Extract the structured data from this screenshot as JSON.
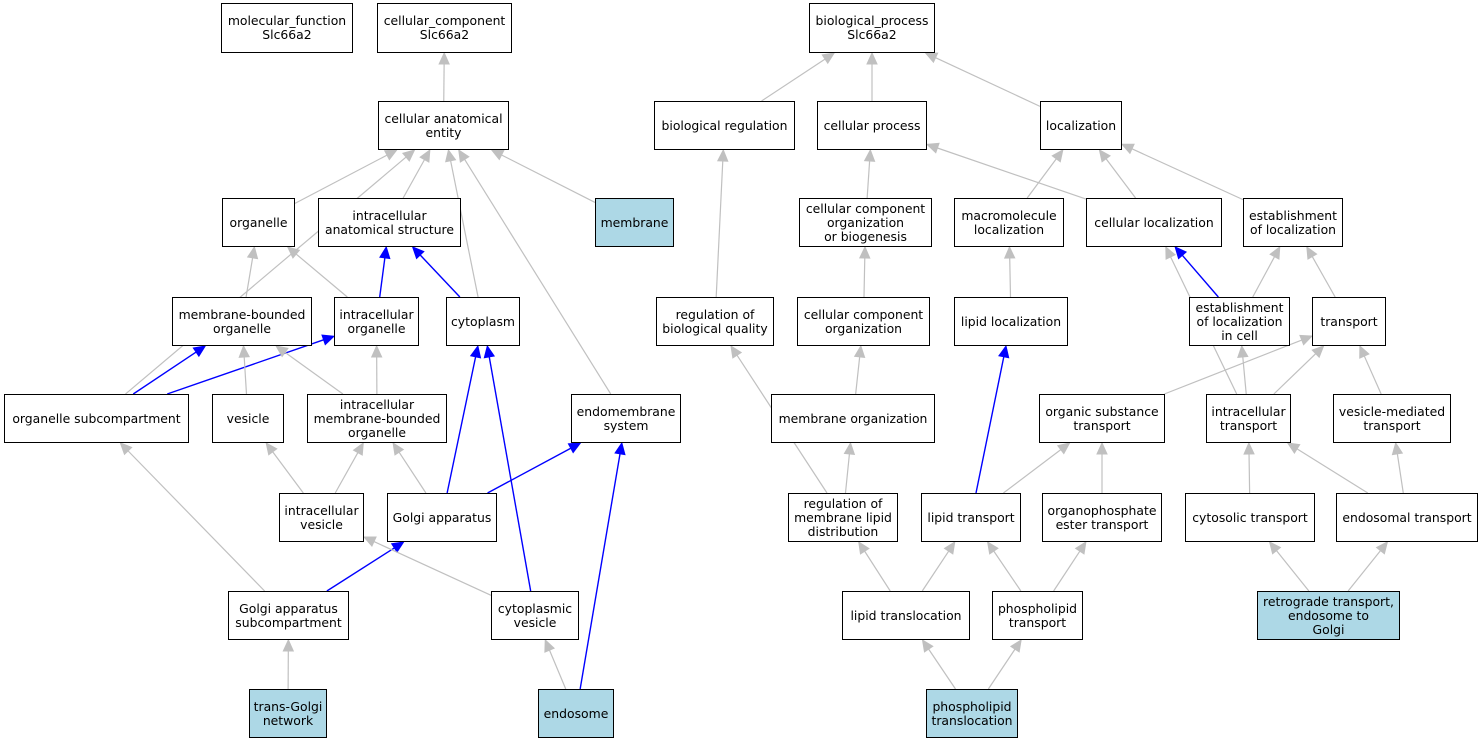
{
  "colors": {
    "edge_gray": "#c0c0c0",
    "edge_blue": "#0000ff",
    "highlight": "#add8e6",
    "border": "#000000"
  },
  "nodes": {
    "mf": {
      "label": "molecular_function\nSlc66a2",
      "highlight": false
    },
    "cc": {
      "label": "cellular_component\nSlc66a2",
      "highlight": false
    },
    "bp": {
      "label": "biological_process\nSlc66a2",
      "highlight": false
    },
    "cae": {
      "label": "cellular anatomical\nentity",
      "highlight": false
    },
    "org": {
      "label": "organelle",
      "highlight": false
    },
    "ias": {
      "label": "intracellular\nanatomical structure",
      "highlight": false
    },
    "mem": {
      "label": "membrane",
      "highlight": true
    },
    "mbo": {
      "label": "membrane-bounded\norganelle",
      "highlight": false
    },
    "io": {
      "label": "intracellular\norganelle",
      "highlight": false
    },
    "cyt": {
      "label": "cytoplasm",
      "highlight": false
    },
    "osc": {
      "label": "organelle subcompartment",
      "highlight": false
    },
    "ves": {
      "label": "vesicle",
      "highlight": false
    },
    "imbo": {
      "label": "intracellular\nmembrane-bounded\norganelle",
      "highlight": false
    },
    "ems": {
      "label": "endomembrane\nsystem",
      "highlight": false
    },
    "iv": {
      "label": "intracellular\nvesicle",
      "highlight": false
    },
    "ga": {
      "label": "Golgi apparatus",
      "highlight": false
    },
    "gas": {
      "label": "Golgi apparatus\nsubcompartment",
      "highlight": false
    },
    "cv": {
      "label": "cytoplasmic\nvesicle",
      "highlight": false
    },
    "tgn": {
      "label": "trans-Golgi\nnetwork",
      "highlight": true
    },
    "endo": {
      "label": "endosome",
      "highlight": true
    },
    "breg": {
      "label": "biological regulation",
      "highlight": false
    },
    "cp": {
      "label": "cellular process",
      "highlight": false
    },
    "loc": {
      "label": "localization",
      "highlight": false
    },
    "ccob": {
      "label": "cellular component\norganization\nor biogenesis",
      "highlight": false
    },
    "mloc": {
      "label": "macromolecule\nlocalization",
      "highlight": false
    },
    "cloc": {
      "label": "cellular localization",
      "highlight": false
    },
    "eloc": {
      "label": "establishment\nof localization",
      "highlight": false
    },
    "rbq": {
      "label": "regulation of\nbiological quality",
      "highlight": false
    },
    "cco": {
      "label": "cellular component\norganization",
      "highlight": false
    },
    "lloc": {
      "label": "lipid localization",
      "highlight": false
    },
    "elic": {
      "label": "establishment\nof localization\nin cell",
      "highlight": false
    },
    "tr": {
      "label": "transport",
      "highlight": false
    },
    "mo": {
      "label": "membrane organization",
      "highlight": false
    },
    "ost": {
      "label": "organic substance\ntransport",
      "highlight": false
    },
    "it": {
      "label": "intracellular\ntransport",
      "highlight": false
    },
    "vmt": {
      "label": "vesicle-mediated\ntransport",
      "highlight": false
    },
    "rmld": {
      "label": "regulation of\nmembrane lipid\ndistribution",
      "highlight": false
    },
    "lt": {
      "label": "lipid transport",
      "highlight": false
    },
    "oet": {
      "label": "organophosphate\nester transport",
      "highlight": false
    },
    "ct": {
      "label": "cytosolic transport",
      "highlight": false
    },
    "et": {
      "label": "endosomal transport",
      "highlight": false
    },
    "ltl": {
      "label": "lipid translocation",
      "highlight": false
    },
    "pt": {
      "label": "phospholipid\ntransport",
      "highlight": false
    },
    "rteg": {
      "label": "retrograde transport,\nendosome to\nGolgi",
      "highlight": true
    },
    "ptl": {
      "label": "phospholipid\ntranslocation",
      "highlight": true
    }
  },
  "edges": [
    {
      "from": "cae",
      "to": "cc",
      "color": "gray"
    },
    {
      "from": "org",
      "to": "cae",
      "color": "gray"
    },
    {
      "from": "ias",
      "to": "cae",
      "color": "gray"
    },
    {
      "from": "mem",
      "to": "cae",
      "color": "gray"
    },
    {
      "from": "cyt",
      "to": "cae",
      "color": "gray"
    },
    {
      "from": "ems",
      "to": "cae",
      "color": "gray"
    },
    {
      "from": "osc",
      "to": "cae",
      "color": "gray"
    },
    {
      "from": "mbo",
      "to": "org",
      "color": "gray"
    },
    {
      "from": "io",
      "to": "org",
      "color": "gray"
    },
    {
      "from": "io",
      "to": "ias",
      "color": "blue"
    },
    {
      "from": "cyt",
      "to": "ias",
      "color": "blue"
    },
    {
      "from": "osc",
      "to": "mbo",
      "color": "blue"
    },
    {
      "from": "osc",
      "to": "io",
      "color": "blue"
    },
    {
      "from": "ves",
      "to": "mbo",
      "color": "gray"
    },
    {
      "from": "imbo",
      "to": "mbo",
      "color": "gray"
    },
    {
      "from": "imbo",
      "to": "io",
      "color": "gray"
    },
    {
      "from": "iv",
      "to": "ves",
      "color": "gray"
    },
    {
      "from": "iv",
      "to": "imbo",
      "color": "gray"
    },
    {
      "from": "ga",
      "to": "imbo",
      "color": "gray"
    },
    {
      "from": "ga",
      "to": "cyt",
      "color": "blue"
    },
    {
      "from": "ga",
      "to": "ems",
      "color": "blue"
    },
    {
      "from": "gas",
      "to": "osc",
      "color": "gray"
    },
    {
      "from": "gas",
      "to": "ga",
      "color": "blue"
    },
    {
      "from": "cv",
      "to": "iv",
      "color": "gray"
    },
    {
      "from": "cv",
      "to": "cyt",
      "color": "blue"
    },
    {
      "from": "tgn",
      "to": "gas",
      "color": "gray"
    },
    {
      "from": "endo",
      "to": "cv",
      "color": "gray"
    },
    {
      "from": "endo",
      "to": "ems",
      "color": "blue"
    },
    {
      "from": "breg",
      "to": "bp",
      "color": "gray"
    },
    {
      "from": "cp",
      "to": "bp",
      "color": "gray"
    },
    {
      "from": "loc",
      "to": "bp",
      "color": "gray"
    },
    {
      "from": "ccob",
      "to": "cp",
      "color": "gray"
    },
    {
      "from": "cloc",
      "to": "cp",
      "color": "gray"
    },
    {
      "from": "mloc",
      "to": "loc",
      "color": "gray"
    },
    {
      "from": "cloc",
      "to": "loc",
      "color": "gray"
    },
    {
      "from": "eloc",
      "to": "loc",
      "color": "gray"
    },
    {
      "from": "rbq",
      "to": "breg",
      "color": "gray"
    },
    {
      "from": "cco",
      "to": "ccob",
      "color": "gray"
    },
    {
      "from": "lloc",
      "to": "mloc",
      "color": "gray"
    },
    {
      "from": "elic",
      "to": "cloc",
      "color": "blue"
    },
    {
      "from": "elic",
      "to": "eloc",
      "color": "gray"
    },
    {
      "from": "tr",
      "to": "eloc",
      "color": "gray"
    },
    {
      "from": "mo",
      "to": "cco",
      "color": "gray"
    },
    {
      "from": "it",
      "to": "cloc",
      "color": "gray"
    },
    {
      "from": "it",
      "to": "elic",
      "color": "gray"
    },
    {
      "from": "it",
      "to": "tr",
      "color": "gray"
    },
    {
      "from": "ost",
      "to": "tr",
      "color": "gray"
    },
    {
      "from": "vmt",
      "to": "tr",
      "color": "gray"
    },
    {
      "from": "rmld",
      "to": "rbq",
      "color": "gray"
    },
    {
      "from": "rmld",
      "to": "mo",
      "color": "gray"
    },
    {
      "from": "lt",
      "to": "lloc",
      "color": "blue"
    },
    {
      "from": "lt",
      "to": "ost",
      "color": "gray"
    },
    {
      "from": "oet",
      "to": "ost",
      "color": "gray"
    },
    {
      "from": "ct",
      "to": "it",
      "color": "gray"
    },
    {
      "from": "et",
      "to": "it",
      "color": "gray"
    },
    {
      "from": "et",
      "to": "vmt",
      "color": "gray"
    },
    {
      "from": "ltl",
      "to": "rmld",
      "color": "gray"
    },
    {
      "from": "ltl",
      "to": "lt",
      "color": "gray"
    },
    {
      "from": "pt",
      "to": "lt",
      "color": "gray"
    },
    {
      "from": "pt",
      "to": "oet",
      "color": "gray"
    },
    {
      "from": "rteg",
      "to": "ct",
      "color": "gray"
    },
    {
      "from": "rteg",
      "to": "et",
      "color": "gray"
    },
    {
      "from": "ptl",
      "to": "ltl",
      "color": "gray"
    },
    {
      "from": "ptl",
      "to": "pt",
      "color": "gray"
    }
  ]
}
